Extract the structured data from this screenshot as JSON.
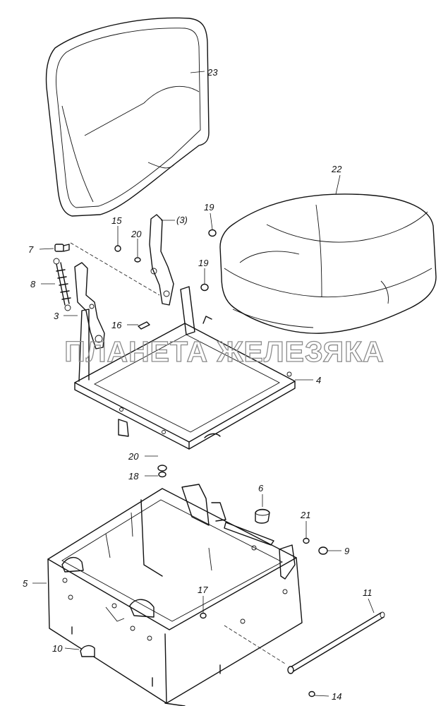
{
  "watermark": "ПЛАНЕТА ЖЕЛЕЗЯКА",
  "callouts": [
    "23",
    "22",
    "15",
    "20",
    "(3)",
    "19",
    "7",
    "19",
    "8",
    "3",
    "16",
    "4",
    "20",
    "18",
    "6",
    "21",
    "9",
    "5",
    "17",
    "11",
    "10",
    "14"
  ]
}
